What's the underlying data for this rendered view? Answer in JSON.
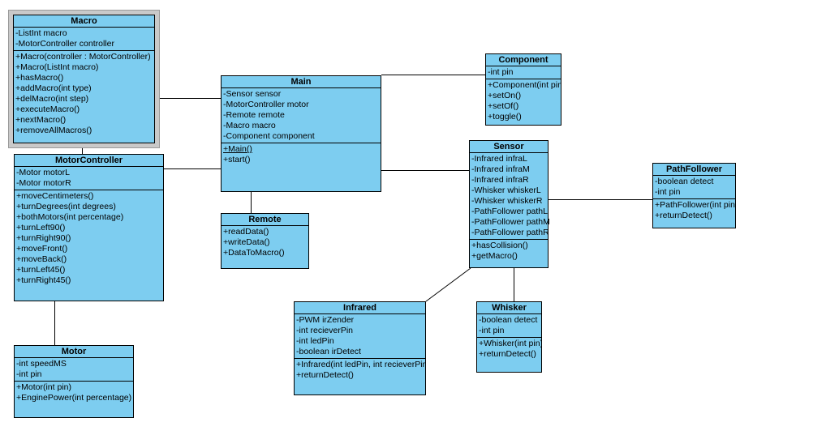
{
  "colors": {
    "class_fill": "#7dcdf0",
    "class_border": "#000000",
    "selection_frame": "#c9c9c9",
    "background": "#ffffff"
  },
  "classes": {
    "macro": {
      "name": "Macro",
      "selected": true,
      "attributes": [
        "-ListInt macro",
        "-MotorController controller"
      ],
      "methods": [
        "+Macro(controller : MotorController)",
        "+Macro(ListInt macro)",
        "+hasMacro()",
        "+addMacro(int type)",
        "+delMacro(int step)",
        "+executeMacro()",
        "+nextMacro()",
        "+removeAllMacros()"
      ]
    },
    "motorcontroller": {
      "name": "MotorController",
      "attributes": [
        "-Motor motorL",
        "-Motor motorR"
      ],
      "methods": [
        "+moveCentimeters()",
        "+turnDegrees(int degrees)",
        "+bothMotors(int percentage)",
        "+turnLeft90()",
        "+turnRight90()",
        "+moveFront()",
        "+moveBack()",
        "+turnLeft45()",
        "+turnRight45()"
      ]
    },
    "motor": {
      "name": "Motor",
      "attributes": [
        "-int speedMS",
        "-int pin"
      ],
      "methods": [
        "+Motor(int pin)",
        "+EnginePower(int percentage)"
      ]
    },
    "main": {
      "name": "Main",
      "attributes": [
        "-Sensor sensor",
        "-MotorController motor",
        "-Remote remote",
        "-Macro macro",
        "-Component component"
      ],
      "methods": [
        {
          "text": "+Main()",
          "underline": true
        },
        "+start()"
      ]
    },
    "remote": {
      "name": "Remote",
      "methods": [
        "+readData()",
        "+writeData()",
        "+DataToMacro()"
      ]
    },
    "component": {
      "name": "Component",
      "attributes": [
        "-int pin"
      ],
      "methods": [
        "+Component(int pin)",
        "+setOn()",
        "+setOf()",
        "+toggle()"
      ]
    },
    "sensor": {
      "name": "Sensor",
      "attributes": [
        "-Infrared infraL",
        "-Infrared infraM",
        "-Infrared infraR",
        "-Whisker whiskerL",
        "-Whisker whiskerR",
        "-PathFollower pathL",
        "-PathFollower pathM",
        "-PathFollower pathR"
      ],
      "methods": [
        "+hasCollision()",
        "+getMacro()"
      ]
    },
    "pathfollower": {
      "name": "PathFollower",
      "attributes": [
        "-boolean detect",
        "-int pin"
      ],
      "methods": [
        "+PathFollower(int pin)",
        "+returnDetect()"
      ]
    },
    "infrared": {
      "name": "Infrared",
      "attributes": [
        "-PWM irZender",
        "-int recieverPin",
        "-int ledPin",
        "-boolean irDetect"
      ],
      "methods": [
        "+Infrared(int ledPin, int recieverPin)",
        "+returnDetect()"
      ]
    },
    "whisker": {
      "name": "Whisker",
      "attributes": [
        "-boolean detect",
        "-int pin"
      ],
      "methods": [
        "+Whisker(int pin)",
        "+returnDetect()"
      ]
    }
  }
}
